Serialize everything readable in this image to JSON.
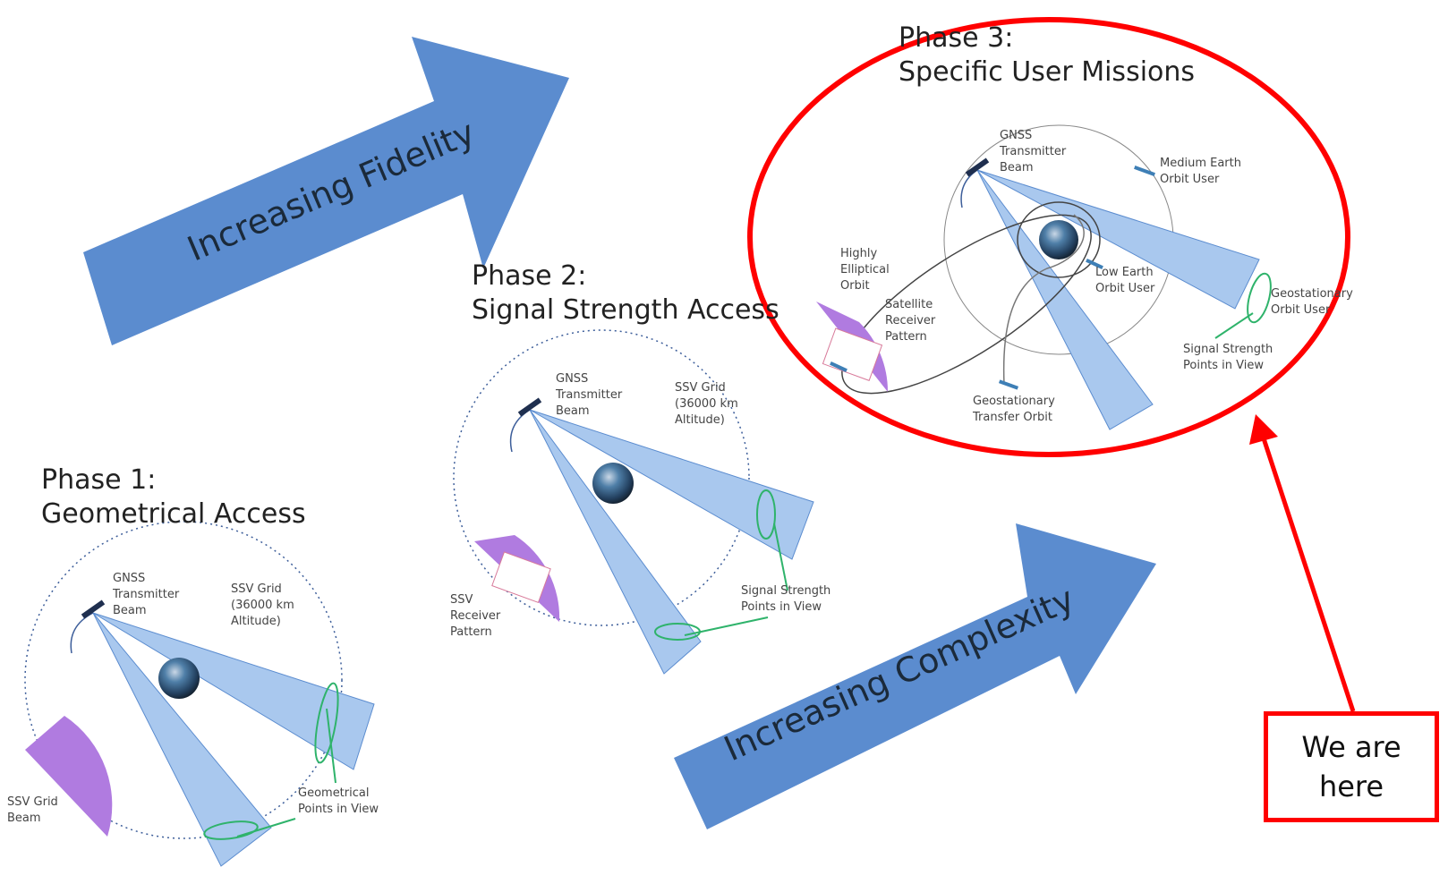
{
  "arrows": {
    "fidelity": "Increasing Fidelity",
    "complexity": "Increasing Complexity"
  },
  "phase1": {
    "title_line1": "Phase 1:",
    "title_line2": "Geometrical Access",
    "labels": {
      "gnss": "GNSS\nTransmitter\nBeam",
      "ssv_grid": "SSV Grid\n(36000 km\nAltitude)",
      "ssv_beam": "SSV Grid\nBeam",
      "points": "Geometrical\nPoints in View"
    }
  },
  "phase2": {
    "title_line1": "Phase 2:",
    "title_line2": "Signal Strength Access",
    "labels": {
      "gnss": "GNSS\nTransmitter\nBeam",
      "ssv_grid": "SSV Grid\n(36000 km\nAltitude)",
      "ssv_receiver": "SSV\nReceiver\nPattern",
      "points": "Signal Strength\nPoints in View"
    }
  },
  "phase3": {
    "title_line1": "Phase 3:",
    "title_line2": "Specific User Missions",
    "labels": {
      "gnss": "GNSS\nTransmitter\nBeam",
      "meo": "Medium Earth\nOrbit User",
      "heo": "Highly\nElliptical\nOrbit",
      "sat_receiver": "Satellite\nReceiver\nPattern",
      "leo": "Low Earth\nOrbit User",
      "geo_user": "Geostationary\nOrbit User",
      "points": "Signal Strength\nPoints in View",
      "gto": "Geostationary\nTransfer Orbit"
    }
  },
  "callout": {
    "text": "We are\nhere"
  },
  "colors": {
    "arrow": "#5b8ccf",
    "beam": "#a9c8ee",
    "beam_stroke": "#5b8ccf",
    "grid_pattern": "#b07be0",
    "green": "#2fb36b",
    "highlight": "#ff0000",
    "earth": "#2a5d8a"
  }
}
